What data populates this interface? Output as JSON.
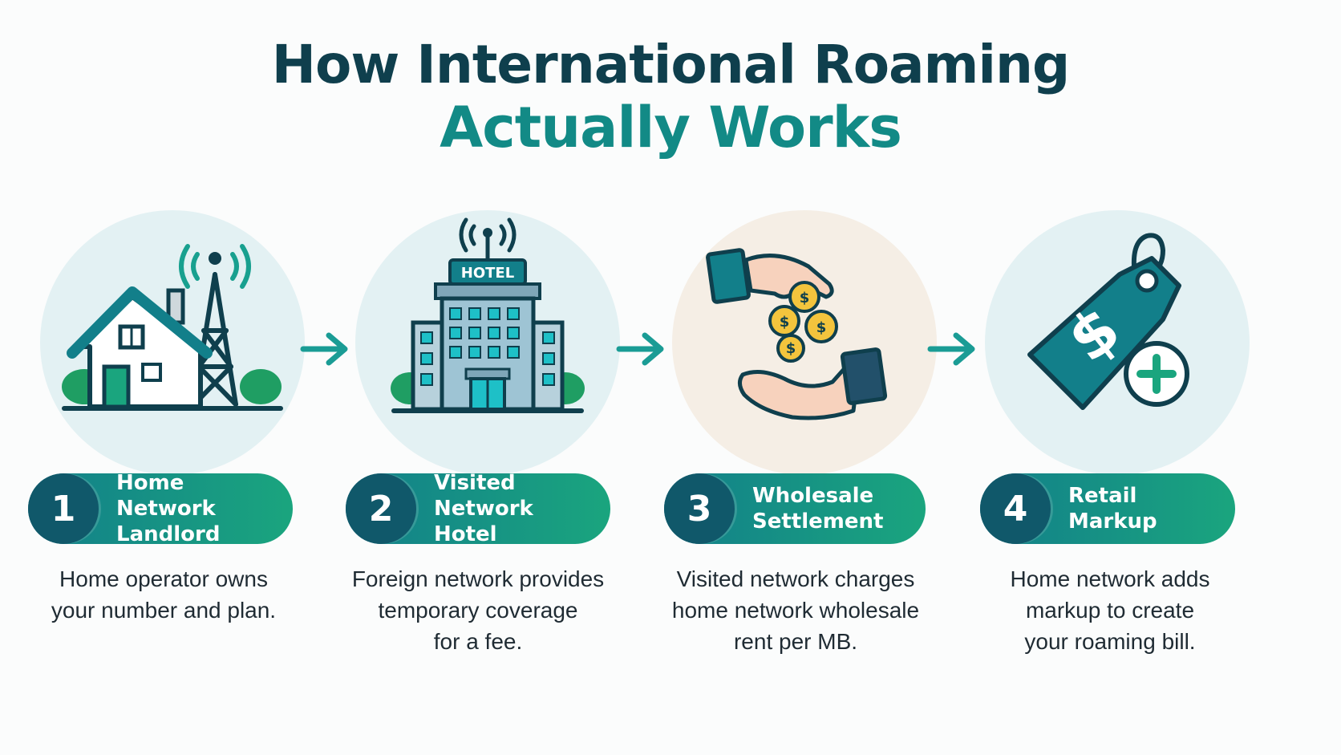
{
  "title": {
    "line1": "How International Roaming",
    "line2": "Actually Works"
  },
  "hotel_sign": "HOTEL",
  "steps": [
    {
      "number": "1",
      "title_line1": "Home Network",
      "title_line2": "Landlord",
      "description": [
        "Home operator owns",
        "your number and plan."
      ]
    },
    {
      "number": "2",
      "title_line1": "Visited Network",
      "title_line2": "Hotel",
      "description": [
        "Foreign network provides",
        "temporary coverage",
        "for a fee."
      ]
    },
    {
      "number": "3",
      "title_line1": "Wholesale",
      "title_line2": "Settlement",
      "description": [
        "Visited network charges",
        "home network wholesale",
        "rent per MB."
      ]
    },
    {
      "number": "4",
      "title_line1": "Retail Markup",
      "title_line2": "",
      "description": [
        "Home network adds",
        "markup to create",
        "your roaming bill."
      ]
    }
  ],
  "icons": [
    "house-tower-icon",
    "hotel-icon",
    "money-exchange-icon",
    "price-tag-plus-icon",
    "arrow-right-icon"
  ],
  "colors": {
    "navy": "#0f3f4d",
    "teal": "#128a86",
    "green": "#1aa57e",
    "badge": "#10586a"
  }
}
